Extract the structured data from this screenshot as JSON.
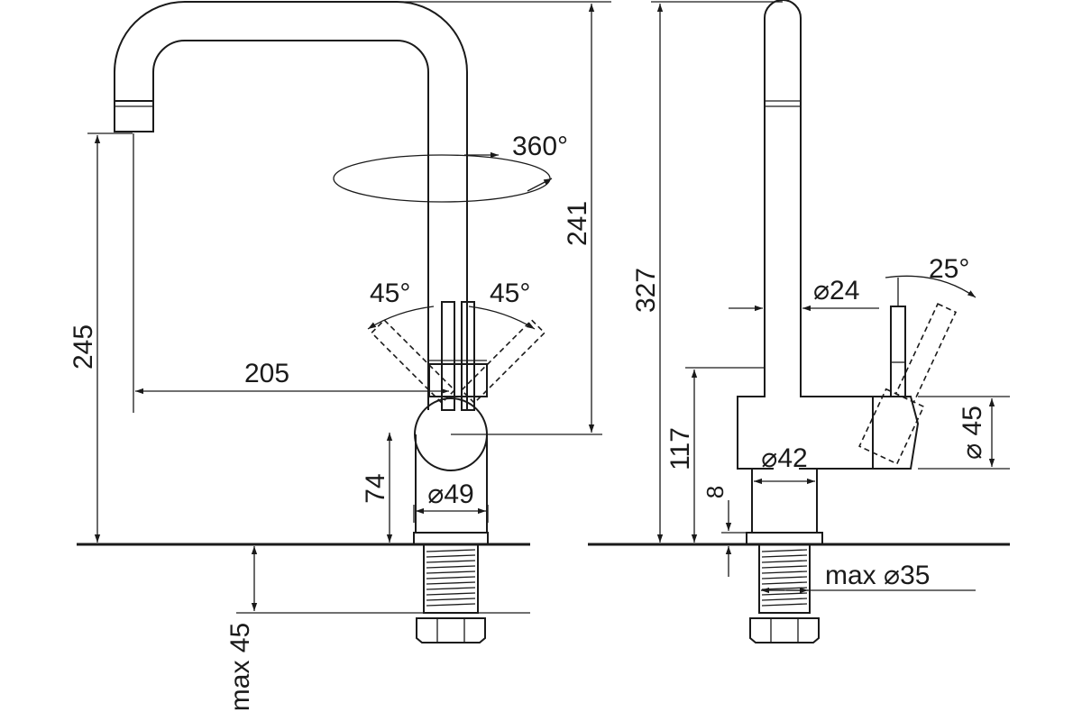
{
  "dimensions": {
    "spout_clearance": "245",
    "reach": "205",
    "spout_height": "241",
    "rotation": "360°",
    "lever_angle_left": "45°",
    "lever_angle_right": "45°",
    "body_height": "74",
    "body_diameter": "⌀49",
    "max_counter_thickness": "max 45",
    "total_height": "327",
    "spout_tube_diameter": "⌀24",
    "lever_tilt": "25°",
    "side_body_height": "117",
    "side_base_diameter": "⌀42",
    "handle_diameter": "⌀ 45",
    "base_ring_height": "8",
    "max_hole_diameter": "max ⌀35"
  },
  "colors": {
    "line": "#1a1a1a",
    "background": "#ffffff"
  }
}
